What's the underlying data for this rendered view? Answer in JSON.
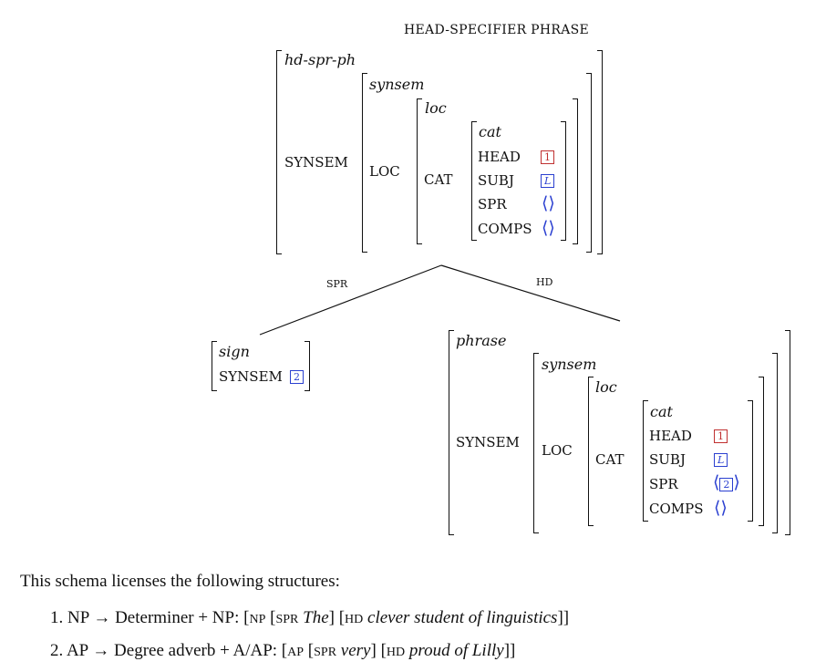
{
  "title": "HEAD-SPECIFIER PHRASE",
  "mother": {
    "type": "hd-spr-ph",
    "synsem": "SYNSEM",
    "synsem_type": "synsem",
    "loc": "LOC",
    "loc_type": "loc",
    "cat": "CAT",
    "cat_type": "cat",
    "features": {
      "head": "HEAD",
      "subj": "SUBJ",
      "spr": "SPR",
      "comps": "COMPS"
    },
    "values": {
      "head_tag": "1",
      "subj_tag": "L",
      "spr": "⟨⟩",
      "comps": "⟨⟩"
    }
  },
  "edges": {
    "left": "SPR",
    "right": "HD"
  },
  "spr_dtr": {
    "type": "sign",
    "synsem": "SYNSEM",
    "tag": "2"
  },
  "hd_dtr": {
    "type": "phrase",
    "synsem": "SYNSEM",
    "synsem_type": "synsem",
    "loc": "LOC",
    "loc_type": "loc",
    "cat": "CAT",
    "cat_type": "cat",
    "features": {
      "head": "HEAD",
      "subj": "SUBJ",
      "spr": "SPR",
      "comps": "COMPS"
    },
    "values": {
      "head_tag": "1",
      "subj_tag": "L",
      "spr_open": "⟨",
      "spr_tag": "2",
      "spr_close": "⟩",
      "comps": "⟨⟩"
    }
  },
  "text": {
    "intro": "This schema licenses the following structures:",
    "items": [
      {
        "num": "1.",
        "rule": "NP → Determiner + NP: [",
        "cat": "NP",
        "spr": "SPR",
        "spr_word": "The",
        "hd": "HD",
        "hd_words": "clever student of linguistics"
      },
      {
        "num": "2.",
        "rule": "AP → Degree adverb + A/AP: [",
        "cat": "AP",
        "spr": "SPR",
        "spr_word": "very",
        "hd": "HD",
        "hd_words": "proud of Lilly"
      }
    ]
  }
}
